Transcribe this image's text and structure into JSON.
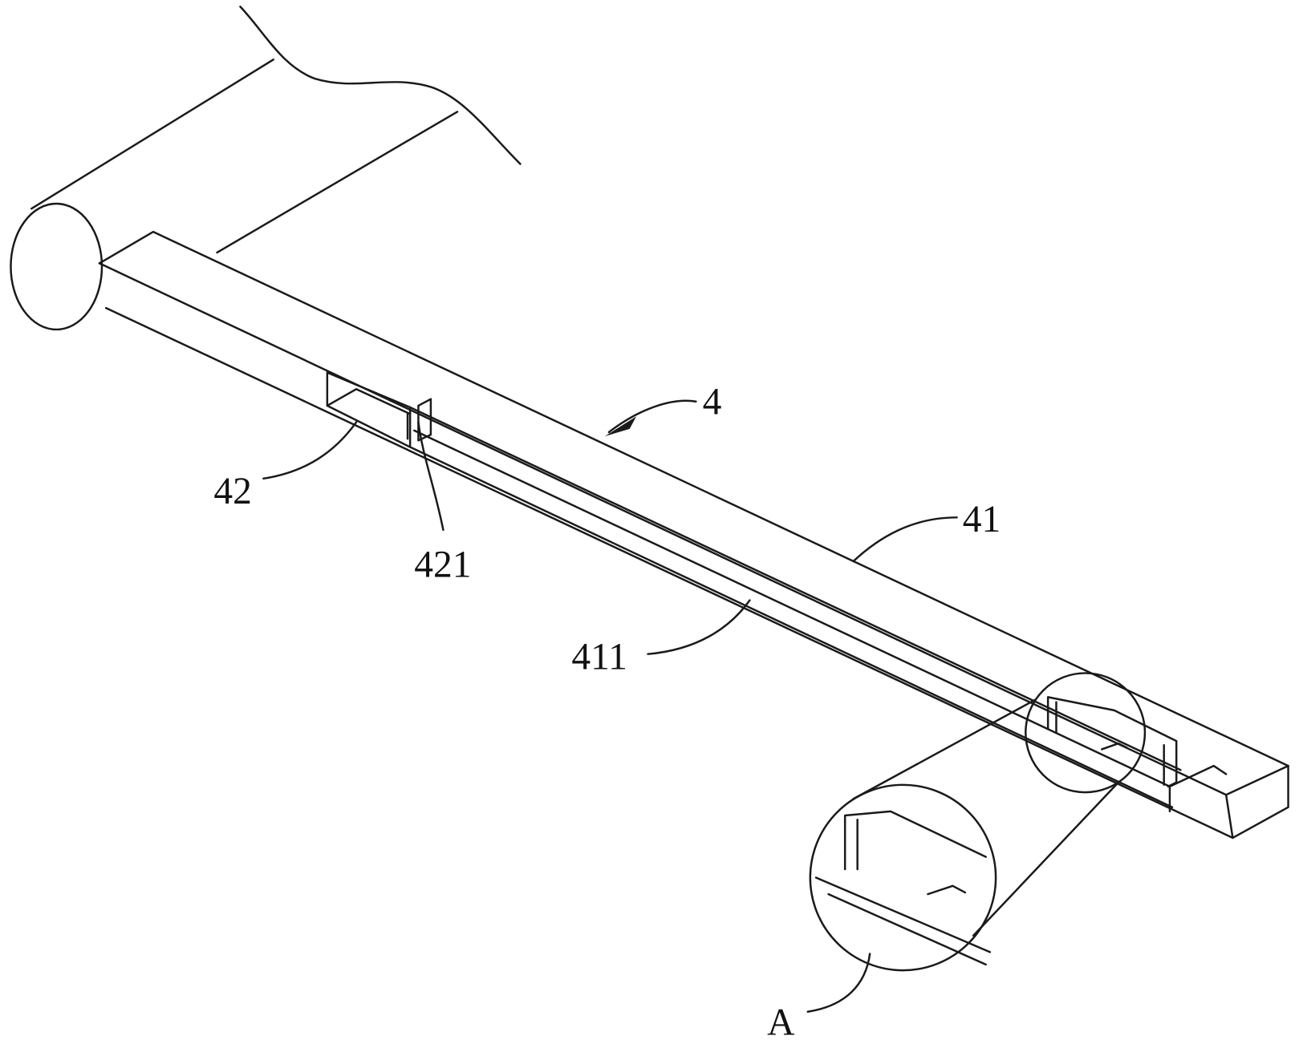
{
  "labels": {
    "assembly": "4",
    "rail": "41",
    "groove": "411",
    "slider": "42",
    "slider_tab": "421",
    "detail": "A"
  },
  "colors": {
    "line": "#1a1a1a",
    "background": "#ffffff"
  }
}
